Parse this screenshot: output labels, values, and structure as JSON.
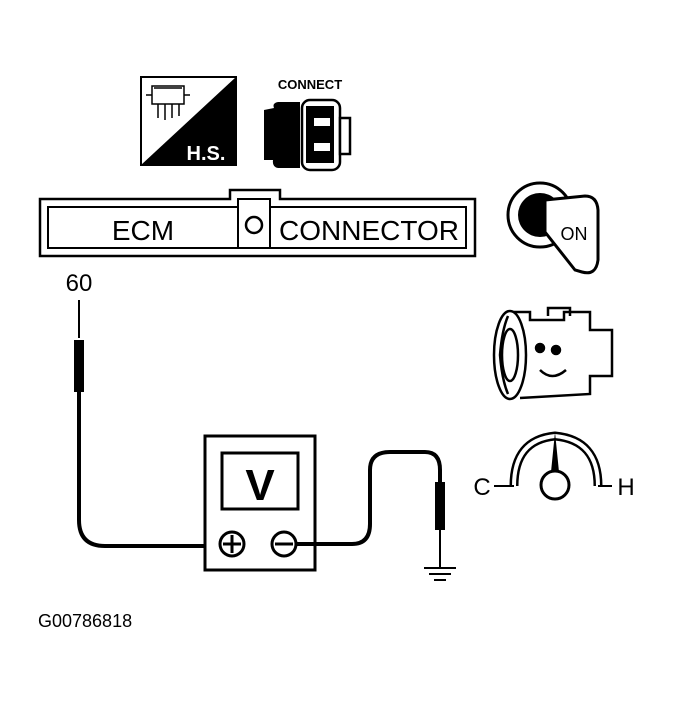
{
  "harness_icon": {
    "label": "H.S."
  },
  "connect_icon": {
    "label": "CONNECT"
  },
  "ecm_connector": {
    "left_label": "ECM",
    "right_label": "CONNECTOR"
  },
  "pin": {
    "number": "60"
  },
  "ignition": {
    "label": "ON"
  },
  "voltmeter": {
    "label": "V",
    "positive": "+",
    "negative": "−"
  },
  "temp_gauge": {
    "cold_label": "C",
    "hot_label": "H"
  },
  "figure_id": "G00786818"
}
